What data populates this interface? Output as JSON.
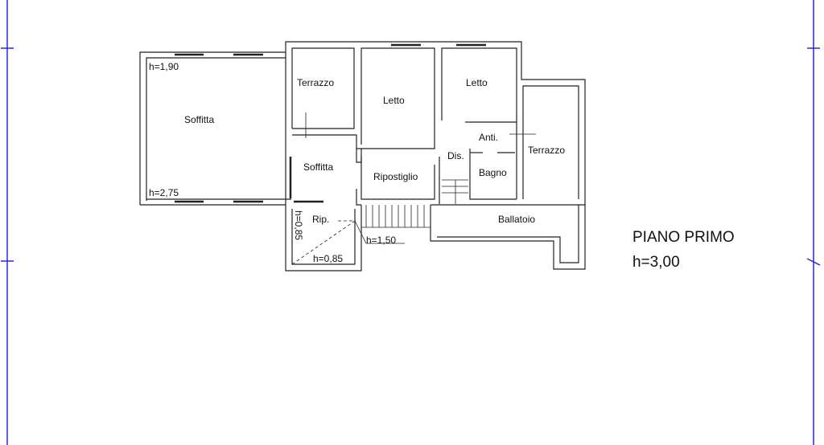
{
  "plan": {
    "title": "PIANO PRIMO",
    "height": "h=3,00",
    "rooms": {
      "soffitta_big": "Soffitta",
      "terrazzo_left": "Terrazzo",
      "letto_1": "Letto",
      "letto_2": "Letto",
      "anti": "Anti.",
      "dis": "Dis.",
      "terrazzo_right": "Terrazzo",
      "soffitta_small": "Soffitta",
      "ripostiglio": "Ripostiglio",
      "bagno": "Bagno",
      "rip": "Rip.",
      "ballatoio": "Ballatoio"
    },
    "heights": {
      "soffitta_top": "h=1,90",
      "soffitta_bottom": "h=2,75",
      "rip_vertical": "h=0,85",
      "rip_horizontal": "h=0,85",
      "stairs": "h=1,50"
    }
  },
  "colors": {
    "walls": "#222222",
    "frame": "#2a2ad0"
  }
}
